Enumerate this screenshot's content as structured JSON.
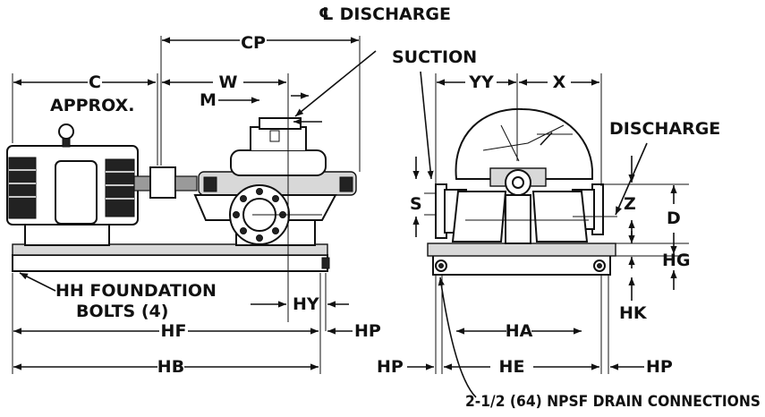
{
  "labels": {
    "discharge_top": "℄ DISCHARGE",
    "c": "C",
    "approx": "APPROX.",
    "cp": "CP",
    "w": "W",
    "m": "M",
    "suction": "SUCTION",
    "yy": "YY",
    "x": "X",
    "discharge_right": "DISCHARGE",
    "s": "S",
    "z": "Z",
    "d": "D",
    "hg": "HG",
    "hh": "HH FOUNDATION",
    "bolts": "BOLTS (4)",
    "hy": "HY",
    "hf": "HF",
    "hp_left": "HP",
    "hb": "HB",
    "hk": "HK",
    "ha": "HA",
    "hp_mid": "HP",
    "he": "HE",
    "hp_right": "HP",
    "drain": "2-1/2 (64) NPSF DRAIN CONNECTIONS"
  }
}
